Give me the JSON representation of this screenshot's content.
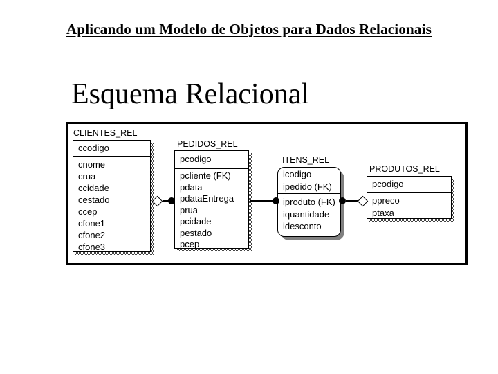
{
  "colors": {
    "background": "#ffffff",
    "ink": "#000000",
    "dither_shadow": "#999999",
    "solid_shadow": "#808080"
  },
  "slide": {
    "title": "Aplicando um Modelo de Objetos para Dados Relacionais",
    "subtitle": "Esquema Relacional"
  },
  "diagram": {
    "tables": [
      {
        "name": "CLIENTES_REL",
        "shape": "rectangle",
        "key_fields": [
          "ccodigo"
        ],
        "fields": [
          "cnome",
          "crua",
          "ccidade",
          "cestado",
          "ccep",
          "cfone1",
          "cfone2",
          "cfone3"
        ]
      },
      {
        "name": "PEDIDOS_REL",
        "shape": "rectangle",
        "key_fields": [
          "pcodigo"
        ],
        "fields": [
          "pcliente (FK)",
          "pdata",
          "pdataEntrega",
          "prua",
          "pcidade",
          "pestado",
          "pcep"
        ]
      },
      {
        "name": "ITENS_REL",
        "shape": "rounded",
        "key_fields": [
          "icodigo",
          "ipedido (FK)"
        ],
        "fields": [
          "iproduto (FK)",
          "iquantidade",
          "idesconto"
        ]
      },
      {
        "name": "PRODUTOS_REL",
        "shape": "rectangle",
        "key_fields": [
          "pcodigo"
        ],
        "fields": [
          "ppreco",
          "ptaxa"
        ]
      }
    ],
    "connectors": [
      {
        "from": "CLIENTES_REL",
        "to": "PEDIDOS_REL",
        "from_end": "open-diamond",
        "to_end": "filled-circle"
      },
      {
        "from": "PEDIDOS_REL",
        "to": "ITENS_REL",
        "from_end": "plain",
        "to_end": "filled-circle"
      },
      {
        "from": "ITENS_REL",
        "to": "PRODUTOS_REL",
        "from_end": "filled-circle",
        "to_end": "open-diamond"
      }
    ]
  }
}
